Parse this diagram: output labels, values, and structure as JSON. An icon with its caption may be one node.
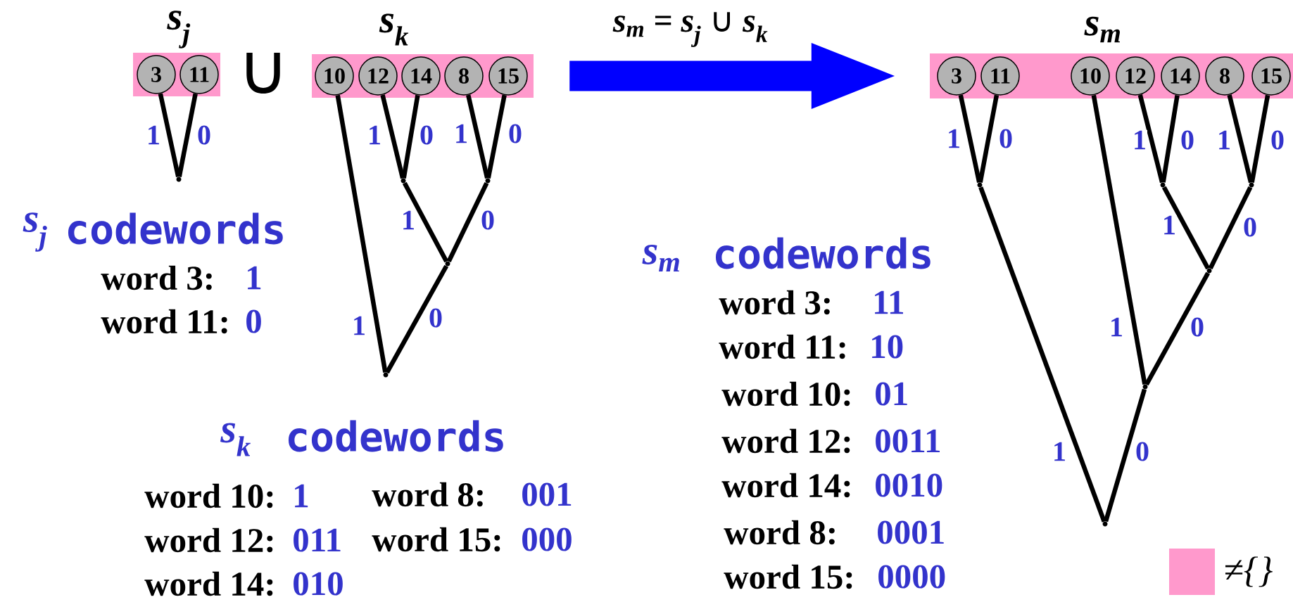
{
  "diagram": {
    "nodes": [
      {
        "text": [
          "s$_{j}$"
        ]
      },
      {
        "text": [
          "3"
        ],
        "in": 0
      },
      {
        "text": [
          "11"
        ],
        "in": 0
      },
      {
        "text": [
          "s$_{k}$"
        ]
      },
      {
        "text": [
          "10"
        ],
        "in": 3
      },
      {
        "text": [
          "12"
        ],
        "in": 3
      },
      {
        "text": [
          "14"
        ],
        "in": 3
      },
      {
        "text": [
          "8"
        ],
        "in": 3
      },
      {
        "text": [
          "15"
        ],
        "in": 3
      },
      {
        "text": [
          "s$_{m}$"
        ]
      },
      {
        "text": [
          "3"
        ],
        "in": 9
      },
      {
        "text": [
          "11"
        ],
        "in": 9
      },
      {
        "text": [
          "10"
        ],
        "in": 9
      },
      {
        "text": [
          "12"
        ],
        "in": 9
      },
      {
        "text": [
          "14"
        ],
        "in": 9
      },
      {
        "text": [
          "8"
        ],
        "in": 9
      },
      {
        "text": [
          "15"
        ],
        "in": 9
      },
      {
        "text": [],
        "shape": "point"
      },
      {
        "text": [],
        "shape": "point"
      },
      {
        "text": [],
        "shape": "point"
      },
      {
        "text": [],
        "shape": "point"
      },
      {
        "text": [],
        "shape": "point"
      },
      {
        "text": [],
        "shape": "point"
      },
      {
        "text": [],
        "shape": "point"
      },
      {
        "text": [],
        "shape": "point"
      },
      {
        "text": [],
        "shape": "point"
      },
      {
        "text": [],
        "shape": "point"
      },
      {
        "text": [],
        "shape": "point"
      }
    ],
    "edges": [
      {
        "from": 1,
        "to": 17,
        "arrow": "none",
        "label": "1"
      },
      {
        "from": 2,
        "to": 17,
        "arrow": "none",
        "label": "0"
      },
      {
        "from": 5,
        "to": 18,
        "arrow": "none",
        "label": "1"
      },
      {
        "from": 6,
        "to": 18,
        "arrow": "none",
        "label": "0"
      },
      {
        "from": 7,
        "to": 19,
        "arrow": "none",
        "label": "1"
      },
      {
        "from": 8,
        "to": 19,
        "arrow": "none",
        "label": "0"
      },
      {
        "from": 18,
        "to": 20,
        "arrow": "none",
        "label": "1"
      },
      {
        "from": 19,
        "to": 20,
        "arrow": "none",
        "label": "0"
      },
      {
        "from": 4,
        "to": 21,
        "arrow": "none",
        "label": "1"
      },
      {
        "from": 20,
        "to": 21,
        "arrow": "none",
        "label": "0"
      },
      {
        "from": 10,
        "to": 22,
        "arrow": "none",
        "label": "1"
      },
      {
        "from": 11,
        "to": 22,
        "arrow": "none",
        "label": "0"
      },
      {
        "from": 13,
        "to": 23,
        "arrow": "none",
        "label": "1"
      },
      {
        "from": 14,
        "to": 23,
        "arrow": "none",
        "label": "0"
      },
      {
        "from": 15,
        "to": 24,
        "arrow": "none",
        "label": "1"
      },
      {
        "from": 16,
        "to": 24,
        "arrow": "none",
        "label": "0"
      },
      {
        "from": 23,
        "to": 25,
        "arrow": "none",
        "label": "1"
      },
      {
        "from": 24,
        "to": 25,
        "arrow": "none",
        "label": "0"
      },
      {
        "from": 12,
        "to": 26,
        "arrow": "none",
        "label": "1"
      },
      {
        "from": 25,
        "to": 26,
        "arrow": "none",
        "label": "0"
      },
      {
        "from": 22,
        "to": 27,
        "arrow": "none",
        "label": "1"
      },
      {
        "from": 26,
        "to": 27,
        "arrow": "none",
        "label": "0"
      },
      {
        "from": 3,
        "to": 9,
        "arrow": "to",
        "label": "s$_{m}$ = s$_{j}$ ∪ s$_{k}$",
        "style": "thick",
        "color": "#0000ff"
      }
    ],
    "labels": [
      "∪",
      "s$_{j}$",
      "codewords",
      "word 3:",
      "1",
      "word 11:",
      "0",
      "s$_{m}$",
      "codewords",
      "word 3:",
      "11",
      "word 11:",
      "10",
      "word 10:",
      "01",
      "word 12:",
      "0011",
      "word 14:",
      "0010",
      "word 8:",
      "0001",
      "word 15:",
      "0000",
      "s$_{k}$",
      "codewords",
      "word 10:",
      "1",
      "word 8:",
      "001",
      "word 12:",
      "011",
      "word 15:",
      "000",
      "word 14:",
      "010"
    ],
    "legend": [
      {
        "text": "≠{}",
        "color": "#ff99cc"
      }
    ]
  }
}
